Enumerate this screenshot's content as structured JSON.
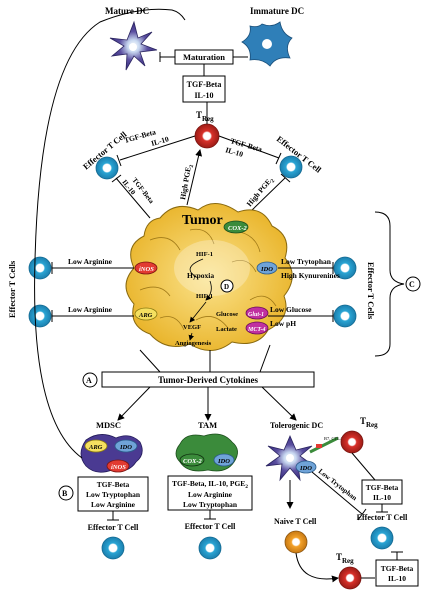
{
  "cells": {
    "mature_dc": "Mature DC",
    "immature_dc": "Immature DC",
    "treg": "T",
    "treg_sub": "Reg",
    "effector_t_cell": "Effector T Cell",
    "effector_t_cells": "Effector T Cells",
    "tumor": "Tumor",
    "mdsc": "MDSC",
    "tam": "TAM",
    "tolerogenic_dc": "Tolerogenic DC",
    "naive_t_cell": "Naive T Cell"
  },
  "labels": {
    "maturation": "Maturation",
    "tgf_beta": "TGF-Beta",
    "il10": "IL-10",
    "high_pge2": "High PGE",
    "pge2_sub": "2",
    "low_arginine": "Low Arginine",
    "low_tryptophan": "Low Trytophan",
    "high_kynurenines": "High Kynurenines",
    "low_glucose": "Low Glucose",
    "low_ph": "Low pH",
    "low_tryptophan_full": "Low Tryptophan",
    "low_trytophan_diag": "Low Trytophan",
    "tumor_derived_cytokines": "Tumor-Derived Cytokines",
    "tam_box_line1": "TGF-Beta, IL-10, PGE",
    "ctla4": "B7, CTLA4"
  },
  "enzymes": {
    "inos": "iNOS",
    "arg": "ARG",
    "ido": "IDO",
    "cox2": "COX-2",
    "glut1": "Glut-1",
    "mct4": "MCT-4"
  },
  "tumor_inner": {
    "hif1": "HIF-1",
    "hypoxia": "Hypoxia",
    "glucose": "Glucose",
    "lactate": "Lactate",
    "vegf": "VEGF",
    "angiogenesis": "Angiogenesis"
  },
  "markers": {
    "a": "A",
    "b": "B",
    "c": "C",
    "d": "D"
  },
  "colors": {
    "tumor": "#f2c440",
    "treg": "#d8312a",
    "effector": "#2aa5d4",
    "dc_purple": "#5b4fa0",
    "immature_dc": "#2f7fb8",
    "naive": "#f3a22a",
    "inos": "#e23a32",
    "arg": "#f5e060",
    "ido": "#6fa3d8",
    "cox2": "#3b8b3b",
    "glut": "#c030a0"
  }
}
